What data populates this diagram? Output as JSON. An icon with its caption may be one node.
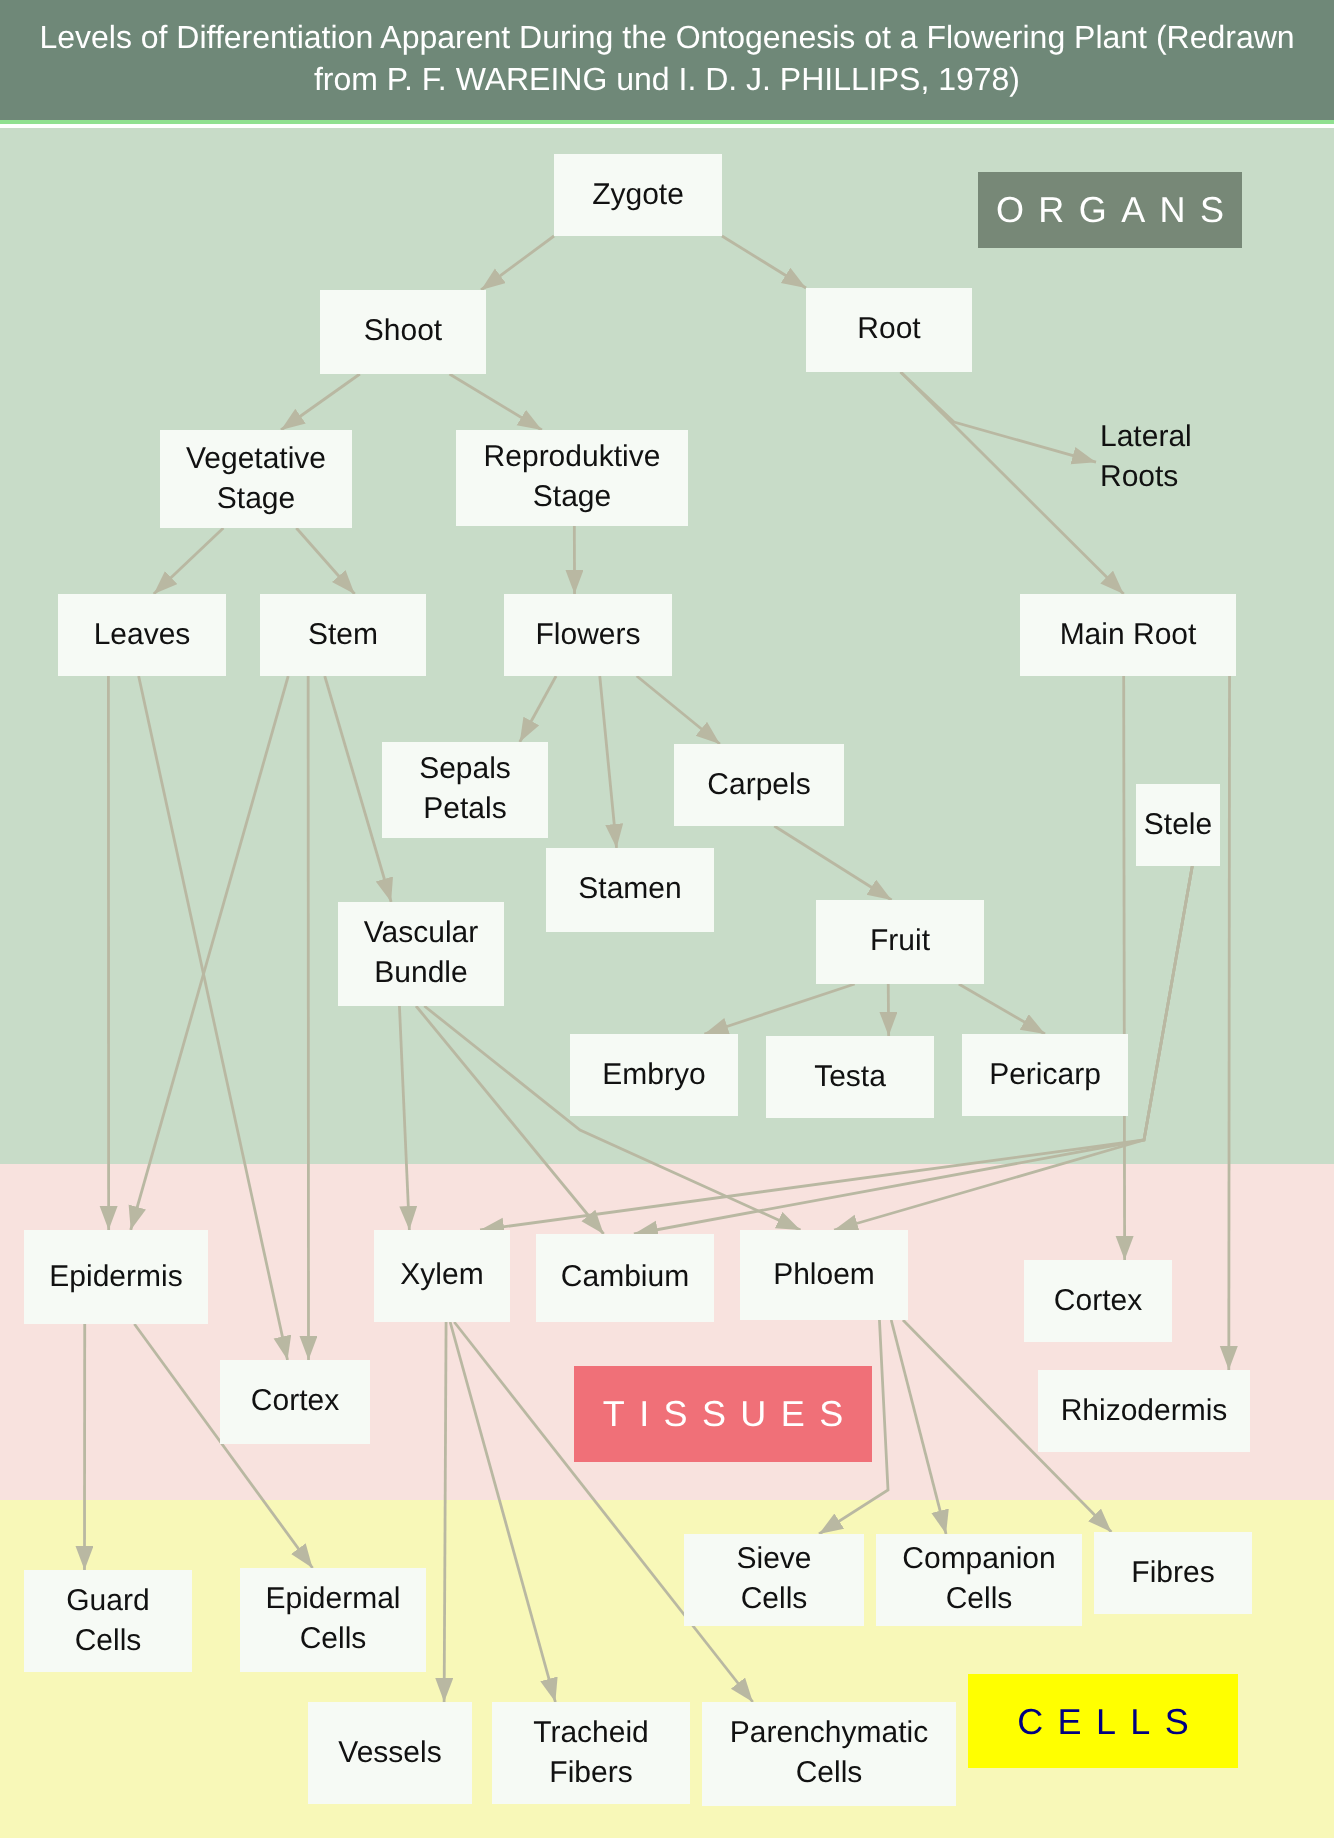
{
  "diagram": {
    "title": "Levels of Differentiation Apparent During the Ontogenesis ot a Flowering Plant (Redrawn from P. F. WAREING und I. D. J. PHILLIPS, 1978)",
    "nodes": [
      {
        "text": [
          "Zygote"
        ]
      },
      {
        "text": [
          "Shoot"
        ]
      },
      {
        "text": [
          "Root"
        ]
      },
      {
        "text": [
          "Lateral Roots"
        ]
      },
      {
        "text": [
          "Vegetative Stage"
        ]
      },
      {
        "text": [
          "Reproduktive Stage"
        ]
      },
      {
        "text": [
          "Leaves"
        ]
      },
      {
        "text": [
          "Stem"
        ]
      },
      {
        "text": [
          "Flowers"
        ]
      },
      {
        "text": [
          "Main Root"
        ]
      },
      {
        "text": [
          "Sepals Petals"
        ]
      },
      {
        "text": [
          "Carpels"
        ]
      },
      {
        "text": [
          "Stele"
        ]
      },
      {
        "text": [
          "Stamen"
        ]
      },
      {
        "text": [
          "Vascular Bundle"
        ]
      },
      {
        "text": [
          "Fruit"
        ]
      },
      {
        "text": [
          "Embryo"
        ]
      },
      {
        "text": [
          "Testa"
        ]
      },
      {
        "text": [
          "Pericarp"
        ]
      },
      {
        "text": [
          "Epidermis"
        ]
      },
      {
        "text": [
          "Xylem"
        ]
      },
      {
        "text": [
          "Cambium"
        ]
      },
      {
        "text": [
          "Phloem"
        ]
      },
      {
        "text": [
          "Cortex"
        ]
      },
      {
        "text": [
          "Cortex"
        ]
      },
      {
        "text": [
          "Rhizodermis"
        ]
      },
      {
        "text": [
          "Sieve Cells"
        ]
      },
      {
        "text": [
          "Companion Cells"
        ]
      },
      {
        "text": [
          "Fibres"
        ]
      },
      {
        "text": [
          "Guard Cells"
        ]
      },
      {
        "text": [
          "Epidermal Cells"
        ]
      },
      {
        "text": [
          "Vessels"
        ]
      },
      {
        "text": [
          "Tracheid Fibers"
        ]
      },
      {
        "text": [
          "Parenchymatic Cells"
        ]
      },
      {
        "text": [
          "ORGANS"
        ]
      },
      {
        "text": [
          "TISSUES"
        ]
      },
      {
        "text": [
          "CELLS"
        ]
      }
    ],
    "edges": [
      {
        "from": 0,
        "to": 1,
        "arrow": "to"
      },
      {
        "from": 0,
        "to": 2,
        "arrow": "to"
      },
      {
        "from": 1,
        "to": 4,
        "arrow": "to"
      },
      {
        "from": 1,
        "to": 5,
        "arrow": "to"
      },
      {
        "from": 2,
        "to": 9,
        "arrow": "to"
      },
      {
        "from": 2,
        "to": 3,
        "arrow": "to"
      },
      {
        "from": 4,
        "to": 6,
        "arrow": "to"
      },
      {
        "from": 4,
        "to": 7,
        "arrow": "to"
      },
      {
        "from": 5,
        "to": 8,
        "arrow": "to"
      },
      {
        "from": 8,
        "to": 10,
        "arrow": "to"
      },
      {
        "from": 8,
        "to": 13,
        "arrow": "to"
      },
      {
        "from": 8,
        "to": 11,
        "arrow": "to"
      },
      {
        "from": 11,
        "to": 15,
        "arrow": "to"
      },
      {
        "from": 6,
        "to": 19,
        "arrow": "to"
      },
      {
        "from": 6,
        "to": 24,
        "arrow": "to"
      },
      {
        "from": 7,
        "to": 19,
        "arrow": "to"
      },
      {
        "from": 7,
        "to": 24,
        "arrow": "to"
      },
      {
        "from": 7,
        "to": 14,
        "arrow": "to"
      },
      {
        "from": 9,
        "to": 23,
        "arrow": "to"
      },
      {
        "from": 9,
        "to": 25,
        "arrow": "to"
      },
      {
        "from": 15,
        "to": 16,
        "arrow": "to"
      },
      {
        "from": 15,
        "to": 17,
        "arrow": "to"
      },
      {
        "from": 15,
        "to": 18,
        "arrow": "to"
      },
      {
        "from": 12,
        "to": 20,
        "arrow": "to"
      },
      {
        "from": 12,
        "to": 21,
        "arrow": "to"
      },
      {
        "from": 12,
        "to": 22,
        "arrow": "to"
      },
      {
        "from": 14,
        "to": 20,
        "arrow": "to"
      },
      {
        "from": 14,
        "to": 21,
        "arrow": "to"
      },
      {
        "from": 14,
        "to": 22,
        "arrow": "to"
      },
      {
        "from": 19,
        "to": 29,
        "arrow": "to"
      },
      {
        "from": 19,
        "to": 30,
        "arrow": "to"
      },
      {
        "from": 20,
        "to": 31,
        "arrow": "to"
      },
      {
        "from": 20,
        "to": 32,
        "arrow": "to"
      },
      {
        "from": 20,
        "to": 33,
        "arrow": "to"
      },
      {
        "from": 22,
        "to": 26,
        "arrow": "to"
      },
      {
        "from": 22,
        "to": 27,
        "arrow": "to"
      },
      {
        "from": 22,
        "to": 28,
        "arrow": "to"
      }
    ]
  }
}
